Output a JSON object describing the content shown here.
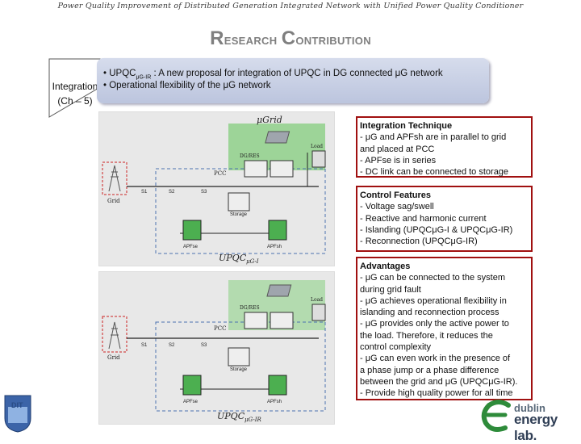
{
  "header": {
    "text": "Power Quality Improvement of Distributed Generation Integrated Network with Unified Power Quality Conditioner"
  },
  "title": {
    "first_letter": "R",
    "first_rest": "esearch ",
    "second_letter": "C",
    "second_rest": "ontribution"
  },
  "chevron": {
    "label1": "Integration",
    "label2": "(Ch – 5)"
  },
  "bullets": [
    {
      "lead": "• UPQC",
      "sub": "μG-IR",
      "rest": " : A new proposal for integration of UPQC in DG connected μG network"
    },
    {
      "text": "• Operational flexibility of the μG network"
    }
  ],
  "diagram1": {
    "grid_title": "μGrid",
    "load": "Load",
    "dg": "DG/RES",
    "pcc": "PCC",
    "grid": "Grid",
    "storage": "Storage",
    "s1": "S1",
    "s2": "S2",
    "s3": "S3",
    "apfse": "APFse",
    "apfsh": "APFsh",
    "caption_main": "UPQC",
    "caption_sub": "μG-I"
  },
  "diagram2": {
    "load": "Load",
    "dg": "DG/RES",
    "pcc": "PCC",
    "grid": "Grid",
    "storage": "Storage",
    "s1": "S1",
    "s2": "S2",
    "s3": "S3",
    "apfse": "APFse",
    "apfsh": "APFsh",
    "caption_main": "UPQC",
    "caption_sub": "μG-IR"
  },
  "panels": {
    "integration": {
      "heading": "Integration Technique",
      "lines": [
        "- μG and APFsh are in parallel to grid",
        "and placed at PCC",
        "- APFse is in series",
        "- DC link can be connected to storage"
      ]
    },
    "control": {
      "heading": "Control Features",
      "lines": [
        "- Voltage sag/swell",
        "- Reactive and harmonic current",
        "- Islanding (UPQCμG-I & UPQCμG-IR)",
        "- Reconnection (UPQCμG-IR)"
      ]
    },
    "advantages": {
      "heading": "Advantages",
      "lines": [
        "- μG can be connected to the system",
        "during grid fault",
        "- μG achieves operational flexibility in",
        "islanding and reconnection process",
        "- μG provides only the active power to",
        "the load. Therefore, it reduces the",
        "control complexity",
        "- μG can even work in the presence of",
        "a phase jump or a phase difference",
        "between the grid and μG (UPQCμG-IR).",
        "- Provide high quality power for all time"
      ]
    }
  },
  "logos": {
    "dit": "DIT",
    "del_line1": "dublin",
    "del_line2": "energy lab."
  },
  "colors": {
    "panel_border": "#a01010",
    "box_fill": "#c9d0e5",
    "diagram_green": "#8fd08a",
    "title_gray": "#7f7f7f"
  }
}
